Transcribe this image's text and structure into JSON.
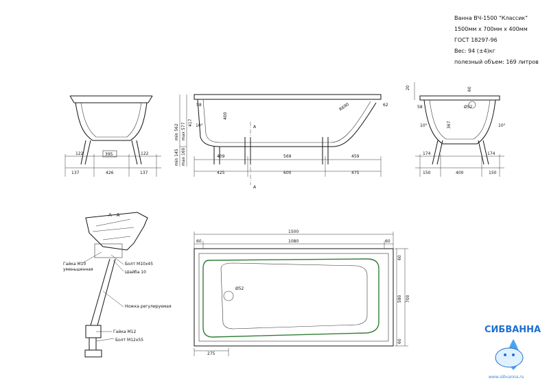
{
  "spec": {
    "lines": [
      "Ванна ВЧ-1500 \"Классик\"",
      "1500мм x 700мм x 400мм",
      "ГОСТ 18297-96",
      "Вес: 94 (±4)кг",
      "полезный объем: 169 литров"
    ]
  },
  "front_view": {
    "dims": {
      "d122_left": "122",
      "d395": "395",
      "d122_right": "122",
      "d137_left": "137",
      "d426": "426",
      "d137_right": "137"
    }
  },
  "side_view": {
    "dims": {
      "d58": "58",
      "d62": "62",
      "d10deg": "10°",
      "d400": "400",
      "r690": "R690",
      "min562": "min 562",
      "max577": "max 577",
      "d417": "417",
      "min145": "min 145",
      "max160": "max 160",
      "d409": "409",
      "d569": "569",
      "d459": "459",
      "d425": "425",
      "d600": "600",
      "d475": "475",
      "sectionA_top": "A",
      "sectionA_bottom": "A"
    }
  },
  "end_view": {
    "dims": {
      "d20": "20",
      "d60": "60",
      "d58": "58",
      "d52": "Ø52",
      "d10deg_left": "10°",
      "d367": "367",
      "d10deg_right": "10°",
      "d174_left": "174",
      "d174_right": "174",
      "d150_left": "150",
      "d400": "400",
      "d150_right": "150"
    }
  },
  "section_view": {
    "title": "А - А",
    "labels": {
      "nut_m10": "Гайка М10",
      "nut_m10_sub": "уменьшенная",
      "bolt_m10": "Болт М10х45",
      "washer": "Шайба 10",
      "leg": "Ножка регулируемая",
      "nut_m12": "Гайка М12",
      "bolt_m12": "Болт М12х55"
    }
  },
  "plan_view": {
    "dims": {
      "d1500": "1500",
      "d60_left": "60",
      "d1080": "1080",
      "d60_right": "60",
      "d52": "Ø52",
      "d60_top": "60",
      "d580": "580",
      "d700": "700",
      "d60_bottom": "60",
      "d275": "275"
    }
  },
  "logo": {
    "name": "СИБВАННА",
    "url": "www.sibvanna.ru",
    "color": "#1e6fd0"
  }
}
